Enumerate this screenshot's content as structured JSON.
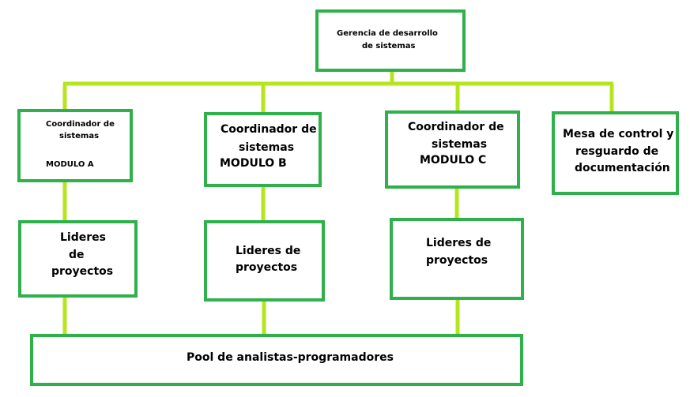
{
  "colors": {
    "box_border": "#2eb04a",
    "connector": "#b5e61d",
    "text": "#000000",
    "background": "#ffffff"
  },
  "nodes": {
    "gerencia": {
      "line1": "Gerencia de desarrollo",
      "line2": "de sistemas"
    },
    "coord_a": {
      "line1": "Coordinador de",
      "line2": "sistemas",
      "line3": "MODULO A"
    },
    "coord_b": {
      "line1": "Coordinador de",
      "line2": "sistemas",
      "line3": "MODULO B"
    },
    "coord_c": {
      "line1": "Coordinador de",
      "line2": "sistemas",
      "line3": "MODULO C"
    },
    "mesa": {
      "line1": "Mesa de control y",
      "line2": "resguardo de",
      "line3": "documentación"
    },
    "lideres_a": {
      "line1": "Lideres",
      "line2": "de",
      "line3": "proyectos"
    },
    "lideres_b": {
      "line1": "Lideres de",
      "line2": "proyectos"
    },
    "lideres_c": {
      "line1": "Lideres de",
      "line2": "proyectos"
    },
    "pool": {
      "line1": "Pool de analistas-programadores"
    }
  }
}
